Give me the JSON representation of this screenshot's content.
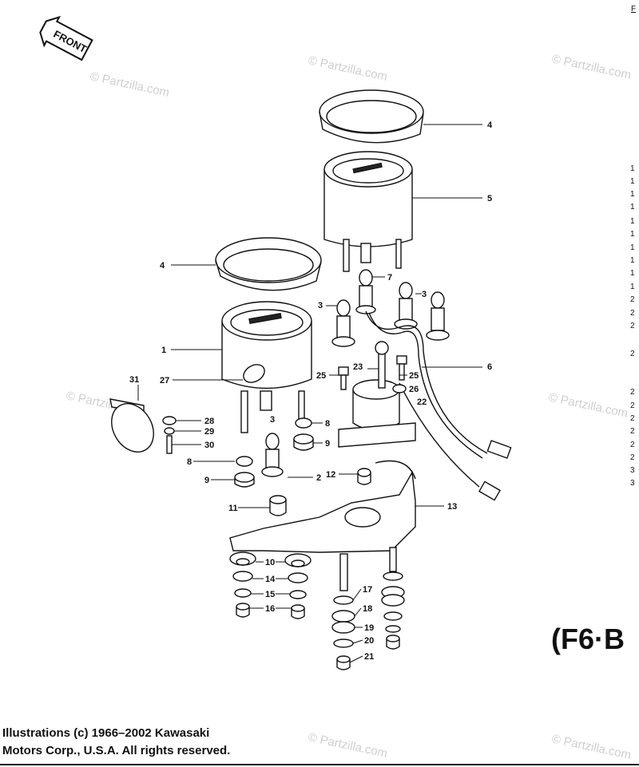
{
  "front_arrow": {
    "label": "FRONT"
  },
  "diagram_code": "(F6·B",
  "copyright": {
    "line1": "Illustrations (c) 1966–2002 Kawasaki",
    "line2": "Motors Corp., U.S.A.  All rights reserved."
  },
  "watermark": "© Partzilla.com",
  "corner_fragment": "F",
  "edge_fragments": [
    "1",
    "1",
    "1",
    "1",
    "1",
    "1",
    "1",
    "1",
    "1",
    "1",
    "2",
    "2",
    "2",
    "2",
    "2",
    "2",
    "2",
    "2",
    "2",
    "2",
    "3",
    "3"
  ],
  "callouts": [
    {
      "id": "c4a",
      "text": "4"
    },
    {
      "id": "c5",
      "text": "5"
    },
    {
      "id": "c4b",
      "text": "4"
    },
    {
      "id": "c7",
      "text": "7"
    },
    {
      "id": "c3a",
      "text": "3"
    },
    {
      "id": "c3b",
      "text": "3"
    },
    {
      "id": "c1",
      "text": "1"
    },
    {
      "id": "c6",
      "text": "6"
    },
    {
      "id": "c23",
      "text": "23"
    },
    {
      "id": "c25a",
      "text": "25"
    },
    {
      "id": "c25b",
      "text": "25"
    },
    {
      "id": "c27",
      "text": "27"
    },
    {
      "id": "c26",
      "text": "26"
    },
    {
      "id": "c22",
      "text": "22"
    },
    {
      "id": "c31",
      "text": "31"
    },
    {
      "id": "c28",
      "text": "28"
    },
    {
      "id": "c29",
      "text": "29"
    },
    {
      "id": "c30",
      "text": "30"
    },
    {
      "id": "c3c",
      "text": "3"
    },
    {
      "id": "c8a",
      "text": "8"
    },
    {
      "id": "c9a",
      "text": "9"
    },
    {
      "id": "c8b",
      "text": "8"
    },
    {
      "id": "c9b",
      "text": "9"
    },
    {
      "id": "c2",
      "text": "2"
    },
    {
      "id": "c12",
      "text": "12"
    },
    {
      "id": "c11",
      "text": "11"
    },
    {
      "id": "c13",
      "text": "13"
    },
    {
      "id": "c10",
      "text": "10"
    },
    {
      "id": "c14",
      "text": "14"
    },
    {
      "id": "c15",
      "text": "15"
    },
    {
      "id": "c16",
      "text": "16"
    },
    {
      "id": "c17",
      "text": "17"
    },
    {
      "id": "c18",
      "text": "18"
    },
    {
      "id": "c19",
      "text": "19"
    },
    {
      "id": "c20",
      "text": "20"
    },
    {
      "id": "c21",
      "text": "21"
    }
  ]
}
